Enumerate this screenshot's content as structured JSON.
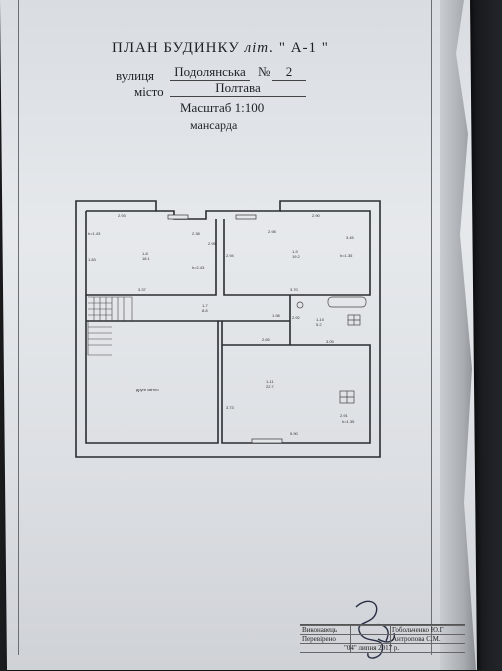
{
  "document": {
    "title_prefix": "ПЛАН БУДИНКУ",
    "title_lit": "літ.",
    "title_code": "\" А-1 \"",
    "street_label": "вулиця",
    "street_value": "Подолянська",
    "number_label": "№",
    "number_value": "2",
    "city_label": "місто",
    "city_value": "Полтава",
    "scale": "Масштаб 1:100",
    "floor": "мансарда"
  },
  "plan": {
    "rooms": [
      {
        "code": "1-8",
        "area": "18.1"
      },
      {
        "code": "1-9",
        "area": "19.2"
      },
      {
        "code": "1-7",
        "area": "8.8"
      },
      {
        "code": "1-10",
        "area": "5.2"
      },
      {
        "code": "1-11",
        "area": "22.7"
      },
      {
        "code": "",
        "area": "",
        "label": "друге світло"
      }
    ],
    "dimensions": [
      "2.93",
      "2.38",
      "2.98",
      "2.90",
      "3.37",
      "3.70",
      "2.65",
      "3.05",
      "5.90",
      "1.83",
      "2.95",
      "2.94",
      "3.45",
      "1.98",
      "2.92",
      "3.73",
      "2.91"
    ],
    "heights": [
      "h=1.43",
      "h=2.43",
      "h=1.35",
      "h=1.35"
    ]
  },
  "stamp": {
    "executor_label": "Виконавець",
    "executor_name": "Гобольченко Ю.Г",
    "checked_label": "Перевірено",
    "checked_name": "Антропова С.М.",
    "date": "\"04\" липня 2017 р."
  }
}
